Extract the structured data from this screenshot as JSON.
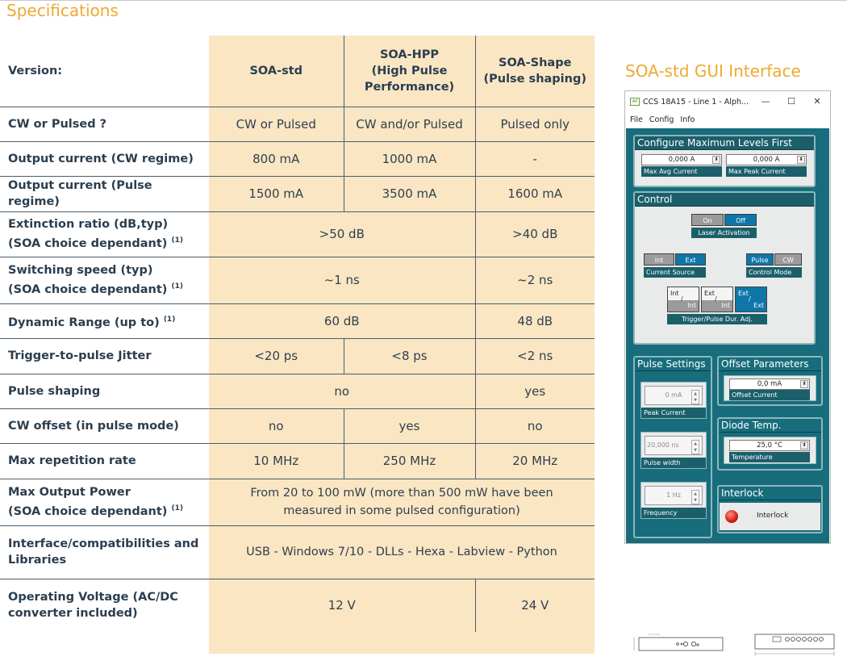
{
  "page": {
    "title": "Specifications"
  },
  "spec": {
    "headers": {
      "label": "Version:",
      "std": "SOA-std",
      "hpp": [
        "SOA-HPP",
        "(High Pulse",
        "Performance)"
      ],
      "shape": [
        "SOA-Shape",
        "(Pulse shaping)"
      ]
    },
    "superscript": "(1)",
    "rows": {
      "cw_pulsed": {
        "label": "CW or Pulsed ?",
        "std": "CW or Pulsed",
        "hpp": "CW and/or Pulsed",
        "shape": "Pulsed only"
      },
      "out_cw": {
        "label": "Output current (CW regime)",
        "std": "800 mA",
        "hpp": "1000 mA",
        "shape": "-"
      },
      "out_pulse": {
        "label": "Output current (Pulse regime)",
        "std": "1500 mA",
        "hpp": "3500 mA",
        "shape": "1600 mA"
      },
      "extinction": {
        "label1": "Extinction ratio (dB,typ)",
        "label2": "(SOA choice dependant)",
        "std_hpp": ">50 dB",
        "shape": ">40 dB"
      },
      "switching": {
        "label1": "Switching speed (typ)",
        "label2": "(SOA choice dependant)",
        "std_hpp": "~1 ns",
        "shape": "~2 ns"
      },
      "dynamic": {
        "label": "Dynamic Range (up to)",
        "std_hpp": "60 dB",
        "shape": "48 dB"
      },
      "jitter": {
        "label": "Trigger-to-pulse Jitter",
        "std": "<20 ps",
        "hpp": "<8 ps",
        "shape": "<2 ns"
      },
      "shaping": {
        "label": "Pulse shaping",
        "std_hpp": "no",
        "shape": "yes"
      },
      "cw_offset": {
        "label": "CW offset (in pulse mode)",
        "std": "no",
        "hpp": "yes",
        "shape": "no"
      },
      "rep_rate": {
        "label": "Max repetition rate",
        "std": "10 MHz",
        "hpp": "250 MHz",
        "shape": "20 MHz"
      },
      "max_power": {
        "label1": "Max Output Power",
        "label2": "(SOA choice dependant)",
        "all1": "From 20 to 100 mW  (more than 500 mW have been",
        "all2": "measured in some pulsed configuration)"
      },
      "interface": {
        "label1": "Interface/compatibilities and",
        "label2": "Libraries",
        "all": "USB - Windows 7/10 - DLLs - Hexa - Labview - Python"
      },
      "voltage": {
        "label1": "Operating Voltage (AC/DC",
        "label2": "converter included)",
        "std_hpp": "12 V",
        "shape": "24 V"
      }
    }
  },
  "gui": {
    "title": "SOA-std GUI Interface",
    "window_title": "CCS 18A15 - Line 1 - Alph...",
    "app_icon_text": "AP",
    "controls": {
      "minimize": "—",
      "maximize": "☐",
      "close": "✕"
    },
    "menu": [
      "File",
      "Config",
      "Info"
    ],
    "max_levels": {
      "title": "Configure Maximum Levels First",
      "avg_value": "0,000 A",
      "avg_label": "Max Avg Current",
      "peak_value": "0,000 A",
      "peak_label": "Max Peak Current"
    },
    "control": {
      "title": "Control",
      "on": "On",
      "off": "Off",
      "laser_activation": "Laser Activation",
      "int": "Int",
      "ext": "Ext",
      "current_source": "Current Source",
      "pulse": "Pulse",
      "cw": "CW",
      "control_mode": "Control Mode",
      "trigger_label": "Trigger/Pulse Dur. Adj.",
      "trig_opts": [
        [
          "Int",
          "/",
          "Int"
        ],
        [
          "Ext",
          "/",
          "Int"
        ],
        [
          "Ext",
          "/",
          "Ext"
        ]
      ]
    },
    "pulse_settings": {
      "title": "Pulse Settings",
      "peak_value": "0 mA",
      "peak_label": "Peak Current",
      "width_value": "20,000 ns",
      "width_label": "Pulse width",
      "freq_value": "1 Hz",
      "freq_label": "Frequency"
    },
    "offset": {
      "title": "Offset Parameters",
      "value": "0,0 mA",
      "label": "Offset Current"
    },
    "diode": {
      "title": "Diode Temp.",
      "value": "25,0 °C",
      "label": "Temperature"
    },
    "interlock": {
      "title": "Interlock",
      "label": "Interlock"
    }
  },
  "colors": {
    "accent": "#f0a830",
    "table_fill": "#fae6c3",
    "gui_teal": "#176d7c",
    "text": "#2b3e4f"
  }
}
